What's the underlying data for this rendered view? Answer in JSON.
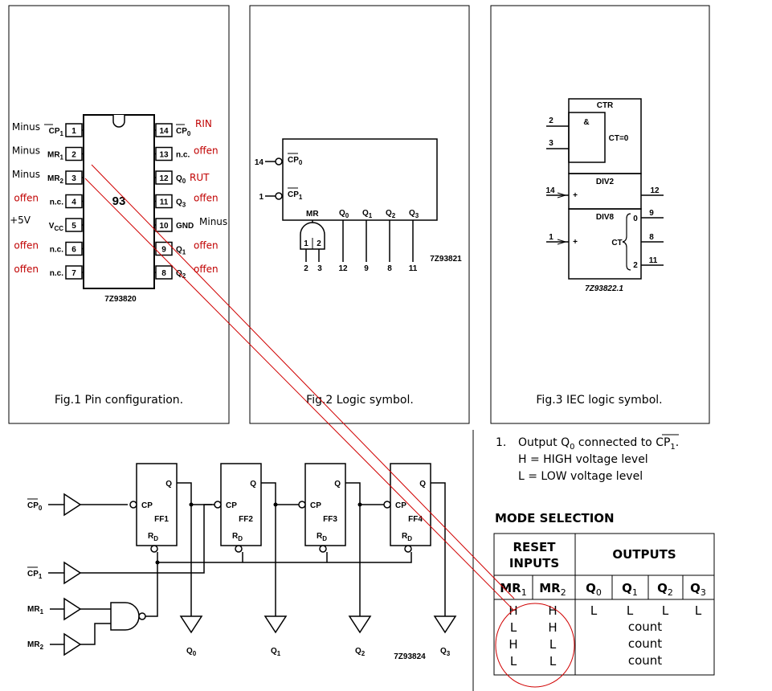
{
  "fig1": {
    "caption": "Fig.1  Pin configuration.",
    "chip_label": "93",
    "code": "7Z93820",
    "left_pins": [
      {
        "num": "1",
        "name": "CP",
        "sub": "1",
        "bar": true,
        "note": "Minus",
        "note_color": "black"
      },
      {
        "num": "2",
        "name": "MR",
        "sub": "1",
        "bar": false,
        "note": "Minus",
        "note_color": "black"
      },
      {
        "num": "3",
        "name": "MR",
        "sub": "2",
        "bar": false,
        "note": "Minus",
        "note_color": "black"
      },
      {
        "num": "4",
        "name": "n.c.",
        "sub": "",
        "bar": false,
        "note": "offen",
        "note_color": "red"
      },
      {
        "num": "5",
        "name": "V",
        "sub": "CC",
        "bar": false,
        "note": "+5V",
        "note_color": "black"
      },
      {
        "num": "6",
        "name": "n.c.",
        "sub": "",
        "bar": false,
        "note": "offen",
        "note_color": "red"
      },
      {
        "num": "7",
        "name": "n.c.",
        "sub": "",
        "bar": false,
        "note": "offen",
        "note_color": "red"
      }
    ],
    "right_pins": [
      {
        "num": "14",
        "name": "CP",
        "sub": "0",
        "bar": true,
        "note": "RIN",
        "note_color": "red"
      },
      {
        "num": "13",
        "name": "n.c.",
        "sub": "",
        "bar": false,
        "note": "offen",
        "note_color": "red"
      },
      {
        "num": "12",
        "name": "Q",
        "sub": "0",
        "bar": false,
        "note": "RUT",
        "note_color": "red"
      },
      {
        "num": "11",
        "name": "Q",
        "sub": "3",
        "bar": false,
        "note": "offen",
        "note_color": "red"
      },
      {
        "num": "10",
        "name": "GND",
        "sub": "",
        "bar": false,
        "note": "Minus",
        "note_color": "black"
      },
      {
        "num": "9",
        "name": "Q",
        "sub": "1",
        "bar": false,
        "note": "offen",
        "note_color": "red"
      },
      {
        "num": "8",
        "name": "Q",
        "sub": "2",
        "bar": false,
        "note": "offen",
        "note_color": "red"
      }
    ]
  },
  "fig2": {
    "caption": "Fig.2  Logic symbol.",
    "code": "7Z93821",
    "in_cp0_pin": "14",
    "in_cp0_label": "CP",
    "in_cp0_sub": "0",
    "in_cp1_pin": "1",
    "in_cp1_label": "CP",
    "in_cp1_sub": "1",
    "mr_label": "MR",
    "mr_in1": "1",
    "mr_in2": "2",
    "mr_pin1": "2",
    "mr_pin2": "3",
    "outputs": [
      {
        "label": "Q",
        "sub": "0",
        "pin": "12"
      },
      {
        "label": "Q",
        "sub": "1",
        "pin": "9"
      },
      {
        "label": "Q",
        "sub": "2",
        "pin": "8"
      },
      {
        "label": "Q",
        "sub": "3",
        "pin": "11"
      }
    ]
  },
  "fig3": {
    "caption": "Fig.3  IEC logic symbol.",
    "code": "7Z93822.1",
    "ctr": "CTR",
    "amp": "&",
    "ct0": "CT=0",
    "div2": "DIV2",
    "div8": "DIV8",
    "ct": "CT",
    "plus": "+",
    "in2": "2",
    "in3": "3",
    "in14": "14",
    "in1": "1",
    "out12": "12",
    "out9": "9",
    "out8": "8",
    "out11": "11",
    "ct_0": "0",
    "ct_2": "2"
  },
  "fig4": {
    "code": "7Z93824",
    "in_cp0": "CP",
    "in_cp0_sub": "0",
    "in_cp1": "CP",
    "in_cp1_sub": "1",
    "in_mr1": "MR",
    "in_mr1_sub": "1",
    "in_mr2": "MR",
    "in_mr2_sub": "2",
    "ff": [
      "FF1",
      "FF2",
      "FF3",
      "FF4"
    ],
    "q": "Q",
    "cp": "CP",
    "rd": "R",
    "rd_sub": "D",
    "outputs": [
      {
        "label": "Q",
        "sub": "0"
      },
      {
        "label": "Q",
        "sub": "1"
      },
      {
        "label": "Q",
        "sub": "2"
      },
      {
        "label": "Q",
        "sub": "3"
      }
    ]
  },
  "notes": {
    "n1_num": "1.",
    "n1_a": "Output Q",
    "n1_sub": "0",
    "n1_b": " connected to ",
    "n1_cp": "CP",
    "n1_cp_sub": "1",
    "n1_end": ".",
    "h": "H = HIGH voltage level",
    "l": "L = LOW voltage level"
  },
  "mode": {
    "title": "MODE SELECTION",
    "reset_1": "RESET",
    "reset_2": "INPUTS",
    "outputs": "OUTPUTS",
    "cols": [
      {
        "label": "MR",
        "sub": "1"
      },
      {
        "label": "MR",
        "sub": "2"
      },
      {
        "label": "Q",
        "sub": "0"
      },
      {
        "label": "Q",
        "sub": "1"
      },
      {
        "label": "Q",
        "sub": "2"
      },
      {
        "label": "Q",
        "sub": "3"
      }
    ],
    "row1": [
      "H",
      "H",
      "L",
      "L",
      "L",
      "L"
    ],
    "mr1_rest": [
      "L",
      "H",
      "L"
    ],
    "mr2_rest": [
      "H",
      "L",
      "L"
    ],
    "count": [
      "count",
      "count",
      "count"
    ]
  }
}
